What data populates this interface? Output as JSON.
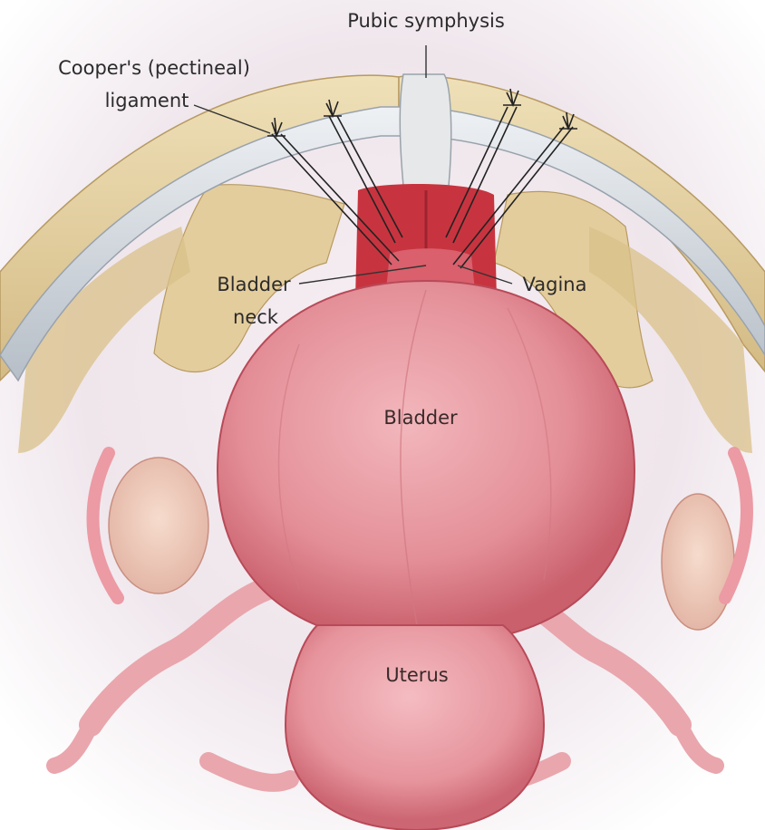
{
  "labels": {
    "pubic_symphysis": "Pubic symphysis",
    "coopers_line1": "Cooper's (pectineal)",
    "coopers_line2": "ligament",
    "bladder_neck_line1": "Bladder",
    "bladder_neck_line2": "neck",
    "vagina": "Vagina",
    "bladder": "Bladder",
    "uterus": "Uterus"
  },
  "colors": {
    "bone": "#e6d3a6",
    "bone_shadow": "#c9b07a",
    "ligament": "#cdd3d9",
    "tissue": "#e59aa2",
    "tissue_dark": "#c8505e",
    "vagina": "#c7343f"
  }
}
